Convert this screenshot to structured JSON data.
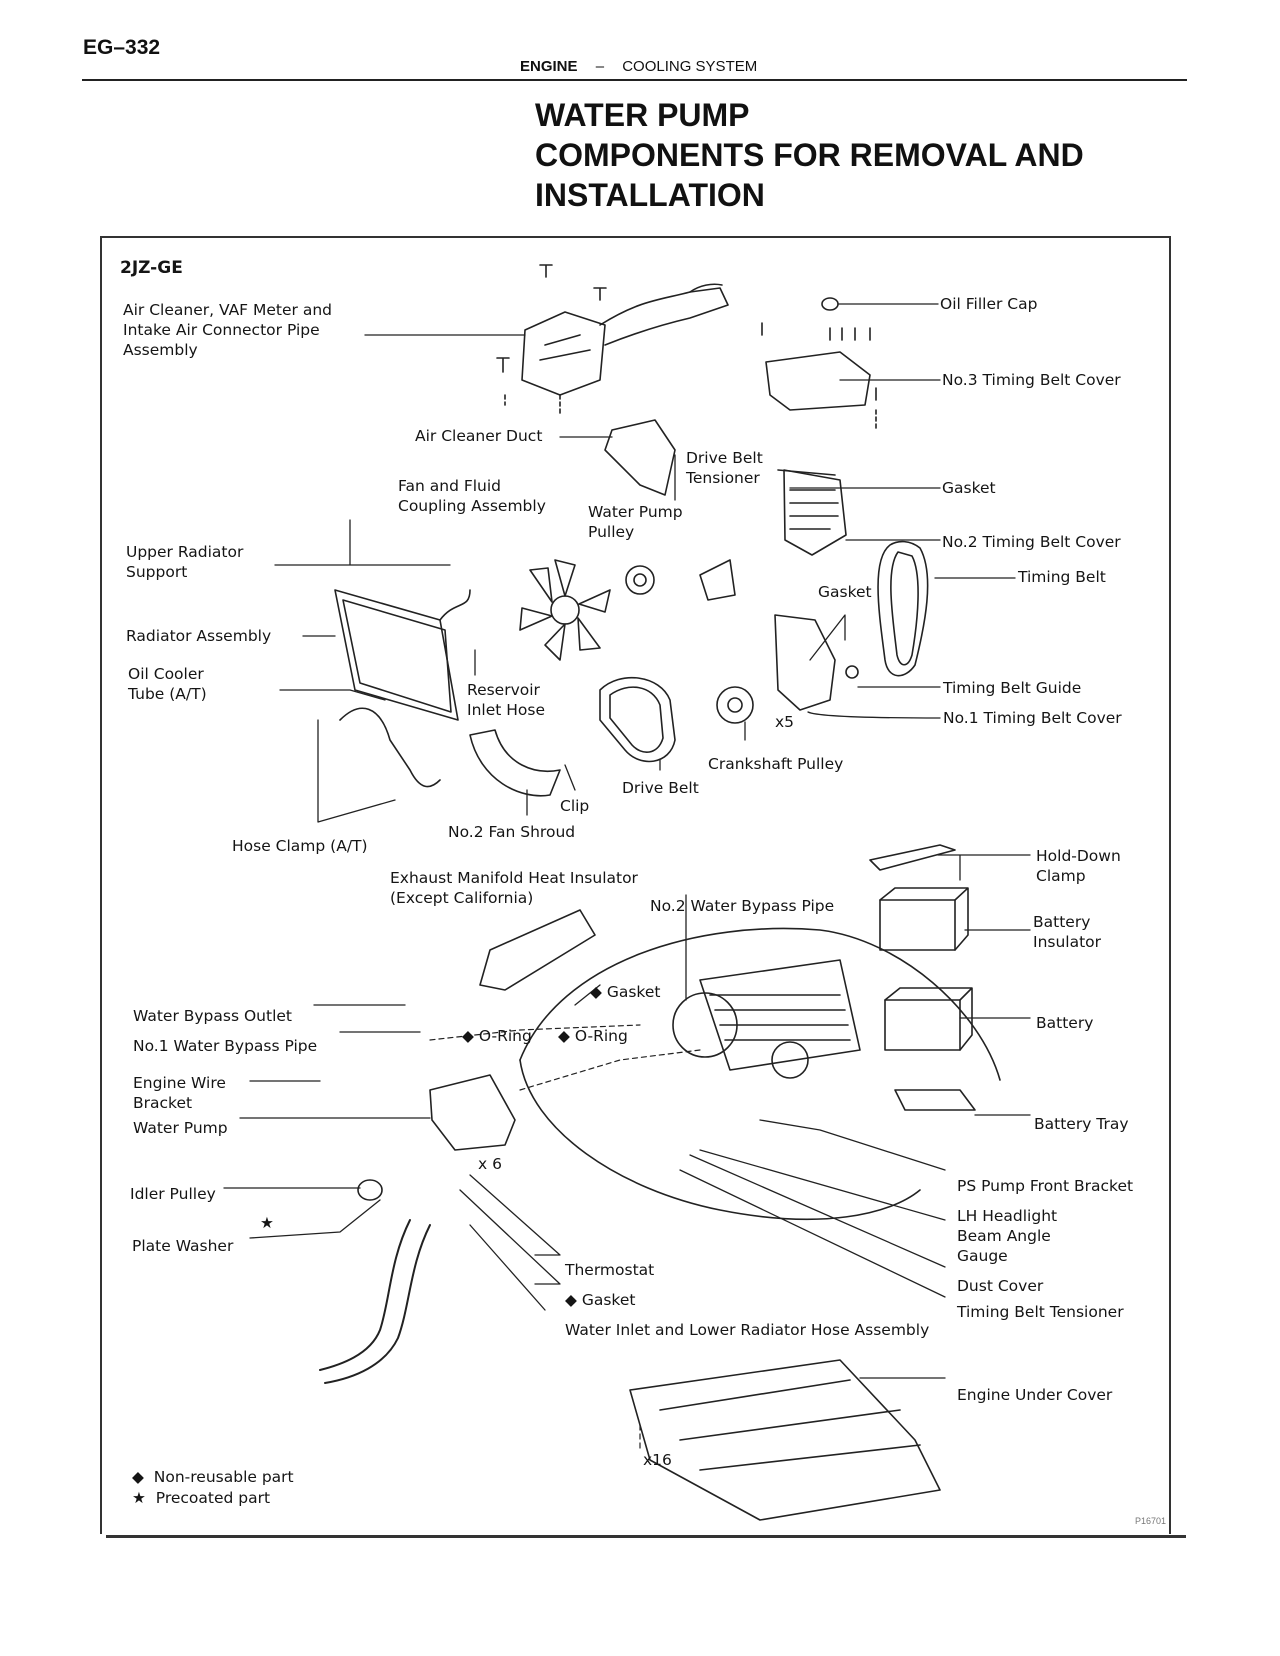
{
  "header": {
    "page_number": "EG–332",
    "section": "ENGINE",
    "separator": "–",
    "subsection": "COOLING SYSTEM"
  },
  "title": {
    "line1": "WATER PUMP",
    "line2": "COMPONENTS FOR REMOVAL AND",
    "line3": "INSTALLATION"
  },
  "diagram": {
    "engine_code": "2JZ-GE",
    "labels": {
      "air_cleaner": "Air Cleaner, VAF Meter and\nIntake Air Connector Pipe\nAssembly",
      "oil_filler_cap": "Oil Filler Cap",
      "no3_timing_belt_cover": "No.3 Timing Belt Cover",
      "air_cleaner_duct": "Air Cleaner Duct",
      "drive_belt_tensioner": "Drive Belt\nTensioner",
      "gasket_top": "Gasket",
      "fan_fluid_coupling": "Fan and Fluid\nCoupling Assembly",
      "water_pump_pulley": "Water Pump\nPulley",
      "upper_radiator_support": "Upper Radiator\nSupport",
      "no2_timing_belt_cover": "No.2 Timing Belt Cover",
      "timing_belt": "Timing Belt",
      "gasket_mid": "Gasket",
      "radiator_assembly": "Radiator Assembly",
      "oil_cooler_tube": "Oil Cooler\nTube (A/T)",
      "reservoir_inlet_hose": "Reservoir\nInlet Hose",
      "timing_belt_guide": "Timing Belt Guide",
      "x5": "x5",
      "no1_timing_belt_cover": "No.1 Timing Belt Cover",
      "crankshaft_pulley": "Crankshaft Pulley",
      "drive_belt": "Drive Belt",
      "clip": "Clip",
      "no2_fan_shroud": "No.2 Fan Shroud",
      "hose_clamp": "Hose Clamp (A/T)",
      "hold_down_clamp": "Hold-Down\nClamp",
      "exhaust_heat_insulator": "Exhaust Manifold Heat Insulator\n(Except California)",
      "no2_water_bypass_pipe": "No.2 Water Bypass Pipe",
      "battery_insulator": "Battery\nInsulator",
      "gasket_center": "◆ Gasket",
      "water_bypass_outlet": "Water Bypass Outlet",
      "o_ring_left": "◆ O-Ring",
      "o_ring_right": "◆ O-Ring",
      "battery": "Battery",
      "no1_water_bypass_pipe": "No.1 Water Bypass Pipe",
      "engine_wire_bracket": "Engine Wire\nBracket",
      "water_pump": "Water Pump",
      "battery_tray": "Battery Tray",
      "x6": "x 6",
      "ps_pump_front_bracket": "PS Pump Front Bracket",
      "idler_pulley": "Idler Pulley",
      "lh_headlight": "LH Headlight\nBeam Angle\nGauge",
      "star": "★",
      "plate_washer": "Plate Washer",
      "dust_cover": "Dust Cover",
      "thermostat": "Thermostat",
      "timing_belt_tensioner": "Timing Belt Tensioner",
      "gasket_lower": "◆ Gasket",
      "water_inlet": "Water Inlet and Lower Radiator Hose Assembly",
      "engine_under_cover": "Engine Under Cover",
      "x16": "x16",
      "legend_nonreusable": "◆  Non-reusable part",
      "legend_precoated": "★  Precoated part",
      "figure_code": "P16701"
    }
  }
}
